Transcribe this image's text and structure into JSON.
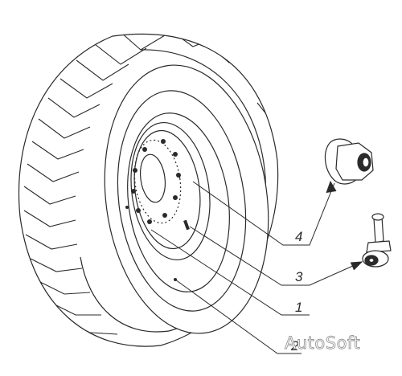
{
  "diagram": {
    "callouts": [
      {
        "number": "4",
        "part": "wheel-nut"
      },
      {
        "number": "3",
        "part": "valve"
      },
      {
        "number": "1",
        "part": "wheel-disc"
      },
      {
        "number": "2",
        "part": "tyre"
      }
    ]
  },
  "watermark": {
    "text": "AutoSoft",
    "color": "#9a9a9a"
  },
  "colors": {
    "line": "#2a2a2a",
    "background": "#ffffff"
  }
}
